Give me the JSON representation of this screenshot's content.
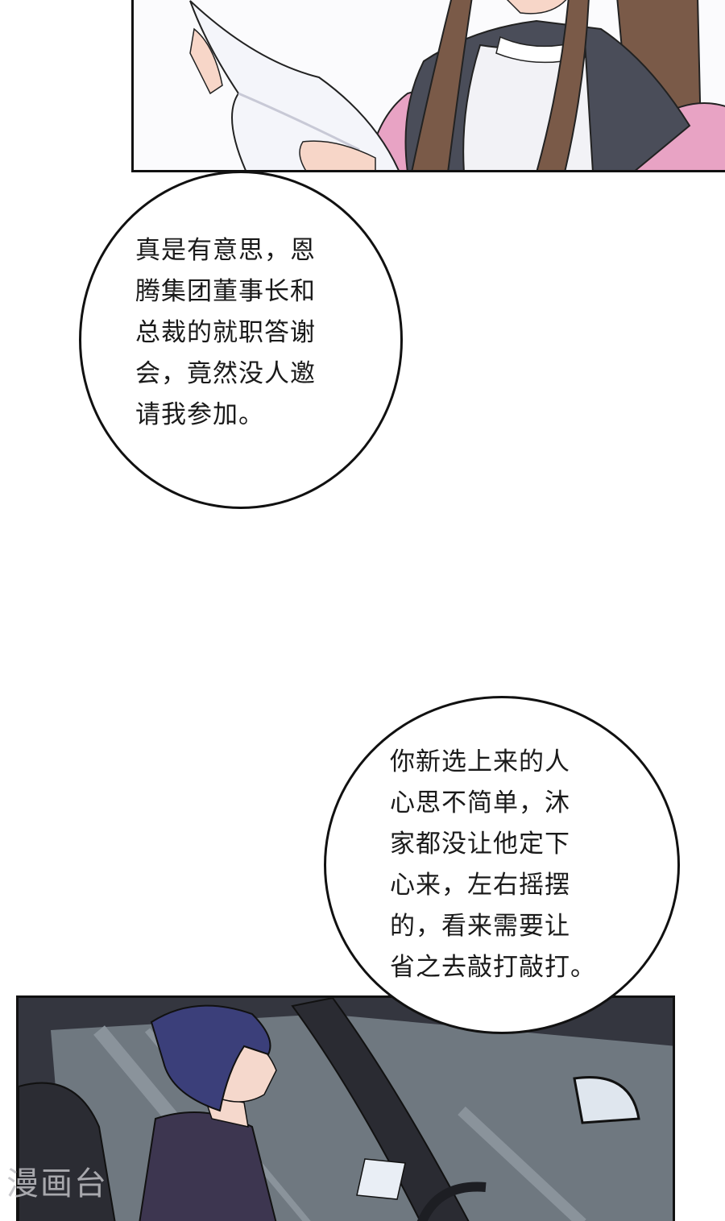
{
  "page": {
    "type": "manga-page",
    "panels": [
      {
        "id": "top-panel",
        "description": "Long-haired woman in white turtleneck, dark vest and pink jacket reading a sheet of paper",
        "colors": {
          "background": "#fbfbfd",
          "hair": "#7a5a48",
          "vest": "#4a4d59",
          "jacket": "#e8a3c4",
          "shirt": "#f2f2f6",
          "skin": "#f7d6c8"
        }
      },
      {
        "id": "bottom-panel",
        "description": "Dark-blue-haired man in dark purple shirt sitting in a car, holding a paper",
        "colors": {
          "background": "#3c3f48",
          "hair": "#3b3f7a",
          "shirt": "#3d3650",
          "window": "#6f7880",
          "skin": "#f5d8cc"
        }
      }
    ],
    "bubbles": [
      {
        "id": "bubble-1",
        "lines": [
          "真是有意思，恩",
          "腾集团董事长和",
          "总裁的就职答谢",
          "会，竟然没人邀",
          "请我参加。"
        ]
      },
      {
        "id": "bubble-2",
        "lines": [
          "你新选上来的人",
          "心思不简单，沐",
          "家都没让他定下",
          "心来，左右摇摆",
          "的，看来需要让",
          "省之去敲打敲打。"
        ]
      }
    ],
    "bubble_text": {
      "b1": "真是有意思，恩\n腾集团董事长和\n总裁的就职答谢\n会，竟然没人邀\n请我参加。",
      "b2": "你新选上来的人\n心思不简单，沐\n家都没让他定下\n心来，左右摇摆\n的，看来需要让\n省之去敲打敲打。"
    },
    "watermark": "漫画台"
  }
}
